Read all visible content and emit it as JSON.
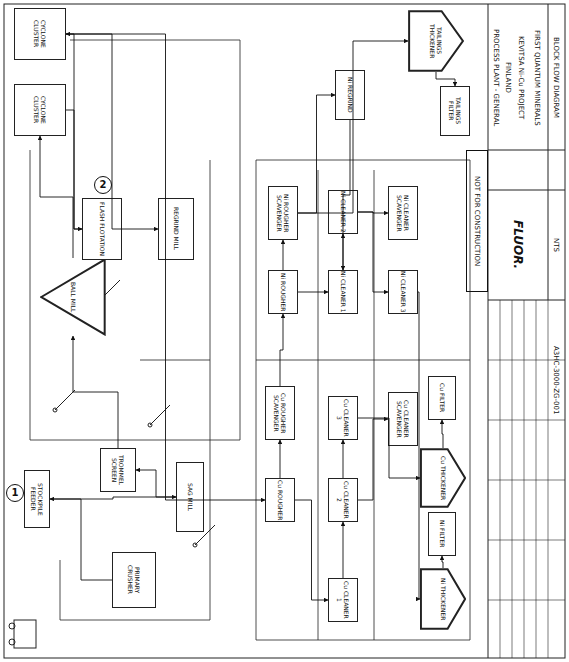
{
  "diagram": {
    "nodes": [
      {
        "text": [
          "PRIMARY CRUSHER"
        ]
      },
      {
        "text": [
          "STOCKPILE FEEDER"
        ]
      },
      {
        "text": [
          "TROMMEL SCREEN"
        ]
      },
      {
        "text": [
          "SAG MILL"
        ]
      },
      {
        "text": [
          "BALL MILL"
        ]
      },
      {
        "text": [
          "CYCLONE CLUSTER"
        ]
      },
      {
        "text": [
          "CYCLONE CLUSTER"
        ]
      },
      {
        "text": [
          "FLASH FLOTATION"
        ]
      },
      {
        "text": [
          "REGRIND MILL"
        ]
      },
      {
        "text": [
          "Ni ROUGHER"
        ]
      },
      {
        "text": [
          "Ni ROUGHER SCAVENGER"
        ]
      },
      {
        "text": [
          "Ni CLEANER 1"
        ]
      },
      {
        "text": [
          "Ni CLEANER 2"
        ]
      },
      {
        "text": [
          "Ni CLEANER 3"
        ]
      },
      {
        "text": [
          "Ni CLEANER SCAVENGER"
        ]
      },
      {
        "text": [
          "Cu ROUGHER"
        ]
      },
      {
        "text": [
          "Cu ROUGHER SCAVENGER"
        ]
      },
      {
        "text": [
          "Cu CLEANER 1"
        ]
      },
      {
        "text": [
          "Cu CLEANER 2"
        ]
      },
      {
        "text": [
          "Cu CLEANER 3"
        ]
      },
      {
        "text": [
          "Cu CLEANER SCAVENGER"
        ]
      },
      {
        "text": [
          "Ni REGRIND"
        ]
      },
      {
        "text": [
          "Cu THICKENER"
        ]
      },
      {
        "text": [
          "Cu FILTER"
        ]
      },
      {
        "text": [
          "Ni THICKENER"
        ]
      },
      {
        "text": [
          "Ni FILTER"
        ]
      },
      {
        "text": [
          "TAILINGS THICKENER"
        ]
      },
      {
        "text": [
          "TAILINGS FILTER"
        ]
      }
    ],
    "edges": [
      {
        "from": 0,
        "to": 1,
        "arrow": "to"
      },
      {
        "from": 1,
        "to": 3,
        "arrow": "to"
      },
      {
        "from": 3,
        "to": 2,
        "arrow": "to"
      },
      {
        "from": 2,
        "to": 4,
        "arrow": "to"
      },
      {
        "from": 4,
        "to": 6,
        "arrow": "to"
      },
      {
        "from": 6,
        "to": 7,
        "arrow": "to"
      },
      {
        "from": 7,
        "to": 5,
        "arrow": "to"
      },
      {
        "from": 5,
        "to": 8,
        "arrow": "to"
      },
      {
        "from": 5,
        "to": 15,
        "arrow": "to"
      },
      {
        "from": 15,
        "to": 16,
        "arrow": "to"
      },
      {
        "from": 16,
        "to": 9,
        "arrow": "to"
      },
      {
        "from": 9,
        "to": 10,
        "arrow": "to"
      },
      {
        "from": 15,
        "to": 17,
        "arrow": "to"
      },
      {
        "from": 17,
        "to": 18,
        "arrow": "to"
      },
      {
        "from": 18,
        "to": 19,
        "arrow": "to"
      },
      {
        "from": 19,
        "to": 22,
        "arrow": "to"
      },
      {
        "from": 22,
        "to": 23,
        "arrow": "to"
      },
      {
        "from": 9,
        "to": 11,
        "arrow": "to"
      },
      {
        "from": 11,
        "to": 12,
        "arrow": "to"
      },
      {
        "from": 12,
        "to": 13,
        "arrow": "to"
      },
      {
        "from": 13,
        "to": 24,
        "arrow": "to"
      },
      {
        "from": 24,
        "to": 25,
        "arrow": "to"
      },
      {
        "from": 10,
        "to": 26,
        "arrow": "to"
      },
      {
        "from": 26,
        "to": 27,
        "arrow": "to"
      },
      {
        "from": 12,
        "to": 14,
        "arrow": "to"
      },
      {
        "from": 10,
        "to": 21,
        "arrow": "to"
      },
      {
        "from": 21,
        "to": 11,
        "arrow": "to"
      },
      {
        "from": 18,
        "to": 20,
        "arrow": "to"
      }
    ],
    "labels": [
      "1",
      "2",
      "FIRST QUANTUM MINERALS",
      "KEVITSA Ni-Cu PROJECT",
      "FINLAND",
      "PROCESS PLANT - GENERAL",
      "BLOCK FLOW DIAGRAM",
      "NOT FOR CONSTRUCTION",
      "FLUOR.",
      "NTS",
      "A3HC-3000-ZG-001"
    ]
  }
}
